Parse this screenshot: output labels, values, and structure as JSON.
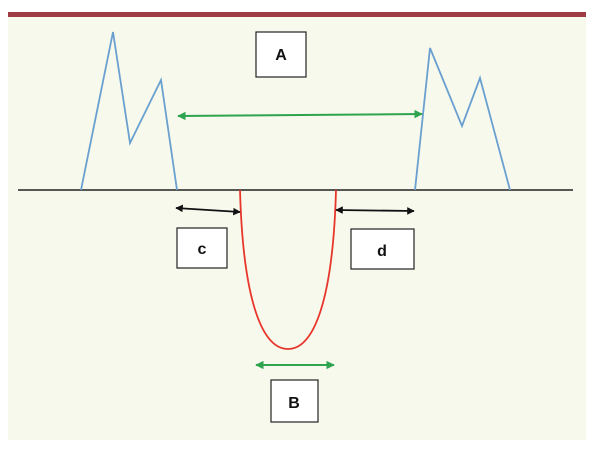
{
  "diagram": {
    "labels": {
      "a": "A",
      "b": "B",
      "c": "c",
      "d": "d"
    }
  },
  "colors": {
    "background": "#f7f9ec",
    "top_bar": "#9e3b43",
    "baseline": "#222222",
    "peaks": "#6aa0d0",
    "well": "#e8362b",
    "arrow_green": "#2ea44f",
    "arrow_black": "#111111",
    "box_border": "#222222",
    "box_fill": "#ffffff"
  }
}
